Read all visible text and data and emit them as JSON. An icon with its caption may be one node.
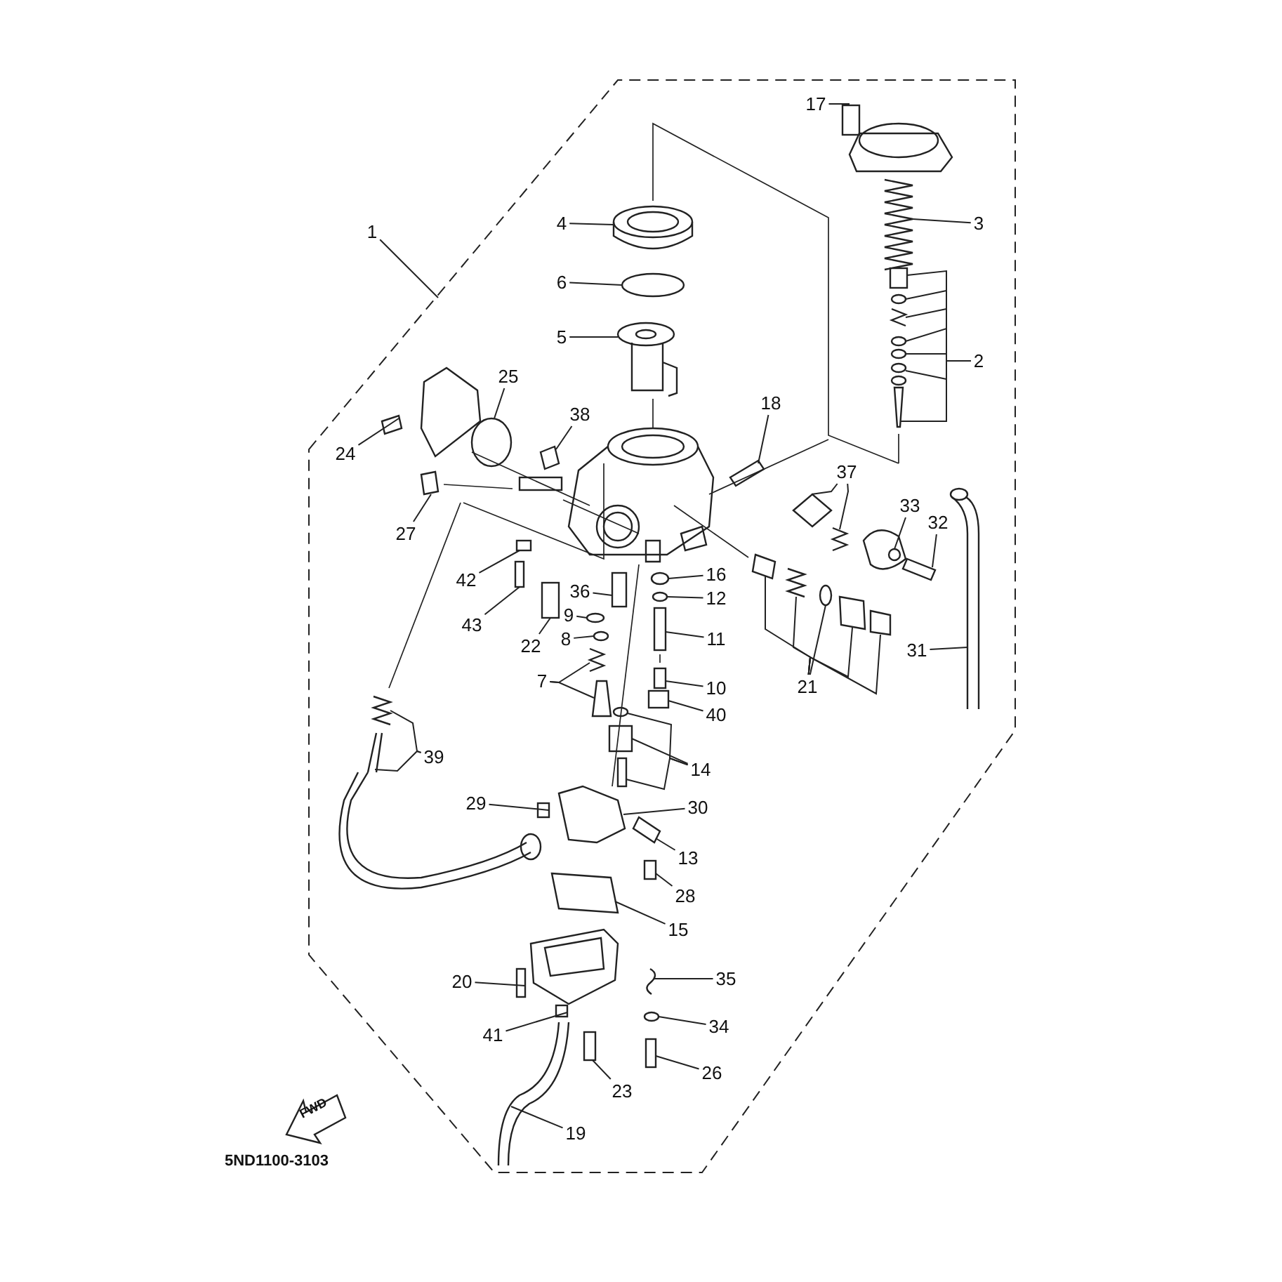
{
  "diagram": {
    "nodes": [
      {
        "text": [
          "17"
        ]
      },
      {
        "text": [
          "4"
        ]
      },
      {
        "text": [
          "3"
        ]
      },
      {
        "text": [
          "1"
        ]
      },
      {
        "text": [
          "6"
        ]
      },
      {
        "text": [
          "2"
        ]
      },
      {
        "text": [
          "5"
        ]
      },
      {
        "text": [
          "25"
        ]
      },
      {
        "text": [
          "18"
        ]
      },
      {
        "text": [
          "38"
        ]
      },
      {
        "text": [
          "24"
        ]
      },
      {
        "text": [
          "37"
        ]
      },
      {
        "text": [
          "33"
        ]
      },
      {
        "text": [
          "32"
        ]
      },
      {
        "text": [
          "27"
        ]
      },
      {
        "text": [
          "42"
        ]
      },
      {
        "text": [
          "36"
        ]
      },
      {
        "text": [
          "16"
        ]
      },
      {
        "text": [
          "12"
        ]
      },
      {
        "text": [
          "43"
        ]
      },
      {
        "text": [
          "9"
        ]
      },
      {
        "text": [
          "22"
        ]
      },
      {
        "text": [
          "8"
        ]
      },
      {
        "text": [
          "11"
        ]
      },
      {
        "text": [
          "31"
        ]
      },
      {
        "text": [
          "7"
        ]
      },
      {
        "text": [
          "21"
        ]
      },
      {
        "text": [
          "10"
        ]
      },
      {
        "text": [
          "40"
        ]
      },
      {
        "text": [
          "39"
        ]
      },
      {
        "text": [
          "14"
        ]
      },
      {
        "text": [
          "29"
        ]
      },
      {
        "text": [
          "30"
        ]
      },
      {
        "text": [
          "13"
        ]
      },
      {
        "text": [
          "28"
        ]
      },
      {
        "text": [
          "15"
        ]
      },
      {
        "text": [
          "35"
        ]
      },
      {
        "text": [
          "20"
        ]
      },
      {
        "text": [
          "34"
        ]
      },
      {
        "text": [
          "41"
        ]
      },
      {
        "text": [
          "26"
        ]
      },
      {
        "text": [
          "23"
        ]
      },
      {
        "text": [
          "19"
        ]
      },
      {
        "text": [],
        "shape": "box"
      },
      {
        "text": [],
        "shape": "picture"
      },
      {
        "text": [],
        "shape": "picture"
      },
      {
        "text": [],
        "shape": "circle"
      },
      {
        "text": [],
        "shape": "box"
      },
      {
        "text": [],
        "shape": "circle"
      },
      {
        "text": [],
        "shape": "picture"
      },
      {
        "text": [],
        "shape": "circle"
      },
      {
        "text": [],
        "shape": "circle"
      },
      {
        "text": [],
        "shape": "picture"
      },
      {
        "text": [],
        "shape": "box"
      },
      {
        "text": [],
        "shape": "picture"
      },
      {
        "text": [],
        "shape": "circle"
      },
      {
        "text": [],
        "shape": "box"
      },
      {
        "text": [],
        "shape": "box"
      },
      {
        "text": [],
        "shape": "box"
      },
      {
        "text": [],
        "shape": "diamond"
      },
      {
        "text": [],
        "shape": "picture"
      },
      {
        "text": [],
        "shape": "circle"
      },
      {
        "text": [],
        "shape": "box"
      },
      {
        "text": [],
        "shape": "box"
      },
      {
        "text": [],
        "shape": "box"
      },
      {
        "text": [],
        "shape": "box"
      },
      {
        "text": [],
        "shape": "circle"
      },
      {
        "text": [],
        "shape": "circle"
      },
      {
        "text": [],
        "shape": "box"
      },
      {
        "text": [],
        "shape": "circle"
      },
      {
        "text": [],
        "shape": "box"
      },
      {
        "text": [],
        "shape": "circle"
      },
      {
        "text": [],
        "shape": "box"
      },
      {
        "text": [],
        "shape": "picture"
      },
      {
        "text": [],
        "shape": "picture"
      },
      {
        "text": [],
        "shape": "box"
      },
      {
        "text": [],
        "shape": "circle"
      },
      {
        "text": [],
        "shape": "box"
      },
      {
        "text": [],
        "shape": "picture"
      },
      {
        "text": [],
        "shape": "box"
      },
      {
        "text": [],
        "shape": "box"
      },
      {
        "text": [],
        "shape": "box"
      },
      {
        "text": [],
        "shape": "box"
      },
      {
        "text": [],
        "shape": "picture"
      },
      {
        "text": [],
        "shape": "picture"
      },
      {
        "text": [],
        "shape": "box"
      },
      {
        "text": [],
        "shape": "circle"
      },
      {
        "text": [],
        "shape": "box"
      },
      {
        "text": [],
        "shape": "box"
      },
      {
        "text": [],
        "shape": "box"
      },
      {
        "text": [],
        "shape": "box"
      },
      {
        "text": [],
        "shape": "box"
      },
      {
        "text": [],
        "shape": "box"
      },
      {
        "text": [],
        "shape": "picture"
      },
      {
        "text": [],
        "shape": "box"
      },
      {
        "text": [],
        "shape": "circle"
      },
      {
        "text": [],
        "shape": "box"
      },
      {
        "text": [],
        "shape": "box"
      },
      {
        "text": [],
        "shape": "box"
      },
      {
        "text": [],
        "shape": "picture"
      }
    ],
    "edges": [
      {
        "from": 0,
        "to": 43,
        "arrow": "none"
      },
      {
        "from": 1,
        "to": 44,
        "arrow": "none"
      },
      {
        "from": 2,
        "to": 45,
        "arrow": "none"
      },
      {
        "from": 3,
        "to": null,
        "arrow": "none"
      },
      {
        "from": 4,
        "to": 46,
        "arrow": "none"
      },
      {
        "from": 5,
        "to": 47,
        "arrow": "none"
      },
      {
        "from": 5,
        "to": 48,
        "arrow": "none"
      },
      {
        "from": 5,
        "to": 49,
        "arrow": "none"
      },
      {
        "from": 5,
        "to": 50,
        "arrow": "none"
      },
      {
        "from": 5,
        "to": 51,
        "arrow": "none"
      },
      {
        "from": 5,
        "to": 52,
        "arrow": "none"
      },
      {
        "from": 5,
        "to": 53,
        "arrow": "none"
      },
      {
        "from": 6,
        "to": 54,
        "arrow": "none"
      },
      {
        "from": 7,
        "to": 55,
        "arrow": "none"
      },
      {
        "from": 8,
        "to": 56,
        "arrow": "none"
      },
      {
        "from": 9,
        "to": 57,
        "arrow": "none"
      },
      {
        "from": 10,
        "to": 58,
        "arrow": "none"
      },
      {
        "from": 11,
        "to": 59,
        "arrow": "none"
      },
      {
        "from": 11,
        "to": 60,
        "arrow": "none"
      },
      {
        "from": 12,
        "to": 61,
        "arrow": "none"
      },
      {
        "from": 13,
        "to": 62,
        "arrow": "none"
      },
      {
        "from": 14,
        "to": 63,
        "arrow": "none"
      },
      {
        "from": 15,
        "to": 64,
        "arrow": "none"
      },
      {
        "from": 16,
        "to": 65,
        "arrow": "none"
      },
      {
        "from": 17,
        "to": 66,
        "arrow": "none"
      },
      {
        "from": 18,
        "to": 67,
        "arrow": "none"
      },
      {
        "from": 19,
        "to": 68,
        "arrow": "none"
      },
      {
        "from": 20,
        "to": 69,
        "arrow": "none"
      },
      {
        "from": 21,
        "to": 70,
        "arrow": "none"
      },
      {
        "from": 22,
        "to": 71,
        "arrow": "none"
      },
      {
        "from": 23,
        "to": 72,
        "arrow": "none"
      },
      {
        "from": 24,
        "to": 73,
        "arrow": "none"
      },
      {
        "from": 25,
        "to": 74,
        "arrow": "none"
      },
      {
        "from": 25,
        "to": 75,
        "arrow": "none"
      },
      {
        "from": 26,
        "to": 76,
        "arrow": "none"
      },
      {
        "from": 26,
        "to": 77,
        "arrow": "none"
      },
      {
        "from": 26,
        "to": 78,
        "arrow": "none"
      },
      {
        "from": 26,
        "to": 79,
        "arrow": "none"
      },
      {
        "from": 26,
        "to": 80,
        "arrow": "none"
      },
      {
        "from": 27,
        "to": 81,
        "arrow": "none"
      },
      {
        "from": 28,
        "to": 82,
        "arrow": "none"
      },
      {
        "from": 29,
        "to": 83,
        "arrow": "none"
      },
      {
        "from": 29,
        "to": 84,
        "arrow": "none"
      },
      {
        "from": 30,
        "to": 85,
        "arrow": "none"
      },
      {
        "from": 30,
        "to": 86,
        "arrow": "none"
      },
      {
        "from": 30,
        "to": 87,
        "arrow": "none"
      },
      {
        "from": 31,
        "to": 88,
        "arrow": "none"
      },
      {
        "from": 32,
        "to": 89,
        "arrow": "none"
      },
      {
        "from": 33,
        "to": 90,
        "arrow": "none"
      },
      {
        "from": 34,
        "to": 91,
        "arrow": "none"
      },
      {
        "from": 35,
        "to": 92,
        "arrow": "none"
      },
      {
        "from": 36,
        "to": 93,
        "arrow": "none"
      },
      {
        "from": 37,
        "to": 94,
        "arrow": "none"
      },
      {
        "from": 38,
        "to": 95,
        "arrow": "none"
      },
      {
        "from": 39,
        "to": 96,
        "arrow": "none"
      },
      {
        "from": 40,
        "to": 97,
        "arrow": "none"
      },
      {
        "from": 41,
        "to": 98,
        "arrow": "none"
      },
      {
        "from": 42,
        "to": 99,
        "arrow": "none"
      }
    ],
    "labels": [
      "FWD",
      "5ND1100-3103"
    ]
  }
}
